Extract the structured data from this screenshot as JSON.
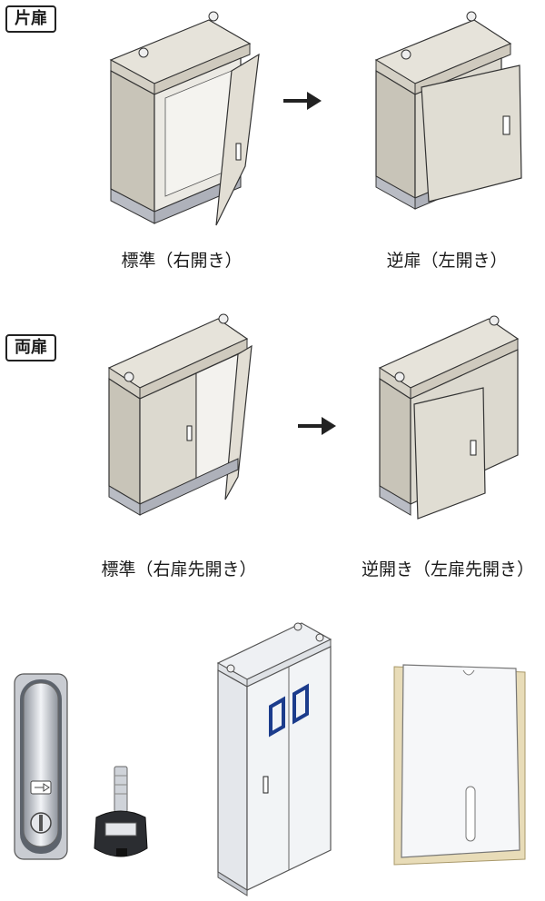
{
  "sections": [
    {
      "tag": "片扉",
      "captions": {
        "standard": "標準（右開き）",
        "reverse": "逆扉（左開き）"
      }
    },
    {
      "tag": "両扉",
      "captions": {
        "standard": "標準（右扉先開き）",
        "reverse": "逆開き（左扉先開き）"
      }
    }
  ],
  "icons": {
    "arrow": "right-arrow-icon",
    "lock": "handle-lock-icon",
    "key": "key-icon"
  },
  "colors": {
    "cabinet_body": "#dcd9cf",
    "cabinet_side": "#c8c4b8",
    "cabinet_top": "#e6e3da",
    "base": "#b9bcc4",
    "line": "#333333",
    "panel_frame": "#e8dcb8",
    "window_blue": "#1c3c8c"
  }
}
